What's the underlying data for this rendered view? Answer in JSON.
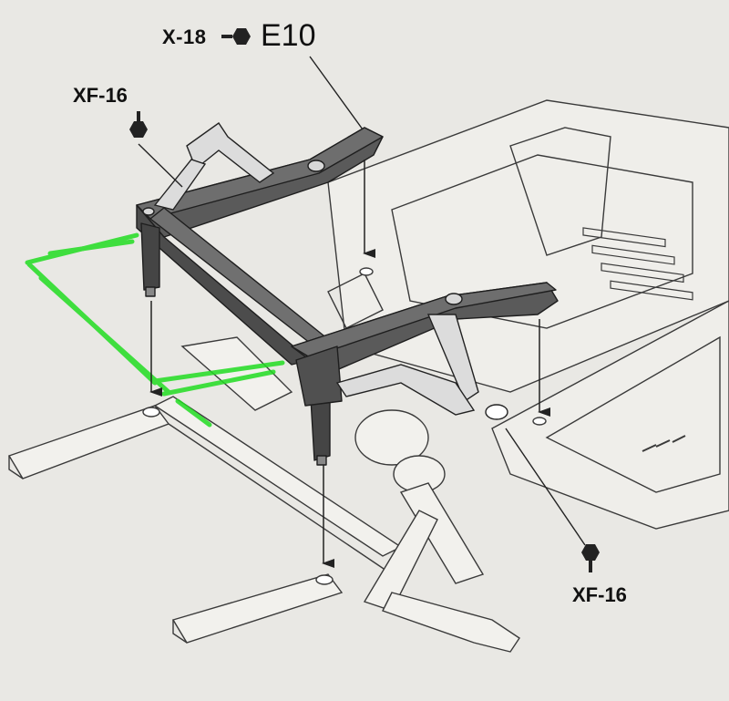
{
  "labels": {
    "screw_code": "X-18",
    "part_code": "E10",
    "screw_left": "XF-16",
    "screw_right": "XF-16"
  },
  "colors": {
    "paper": "#e9e8e4",
    "line": "#2a2a2a",
    "part_fill": "#5a5a5a",
    "part_dark": "#3c3c3c",
    "highlight": "#22dd22"
  },
  "icons": [
    "hex-screw-icon",
    "hex-screw-icon",
    "hex-screw-icon"
  ]
}
